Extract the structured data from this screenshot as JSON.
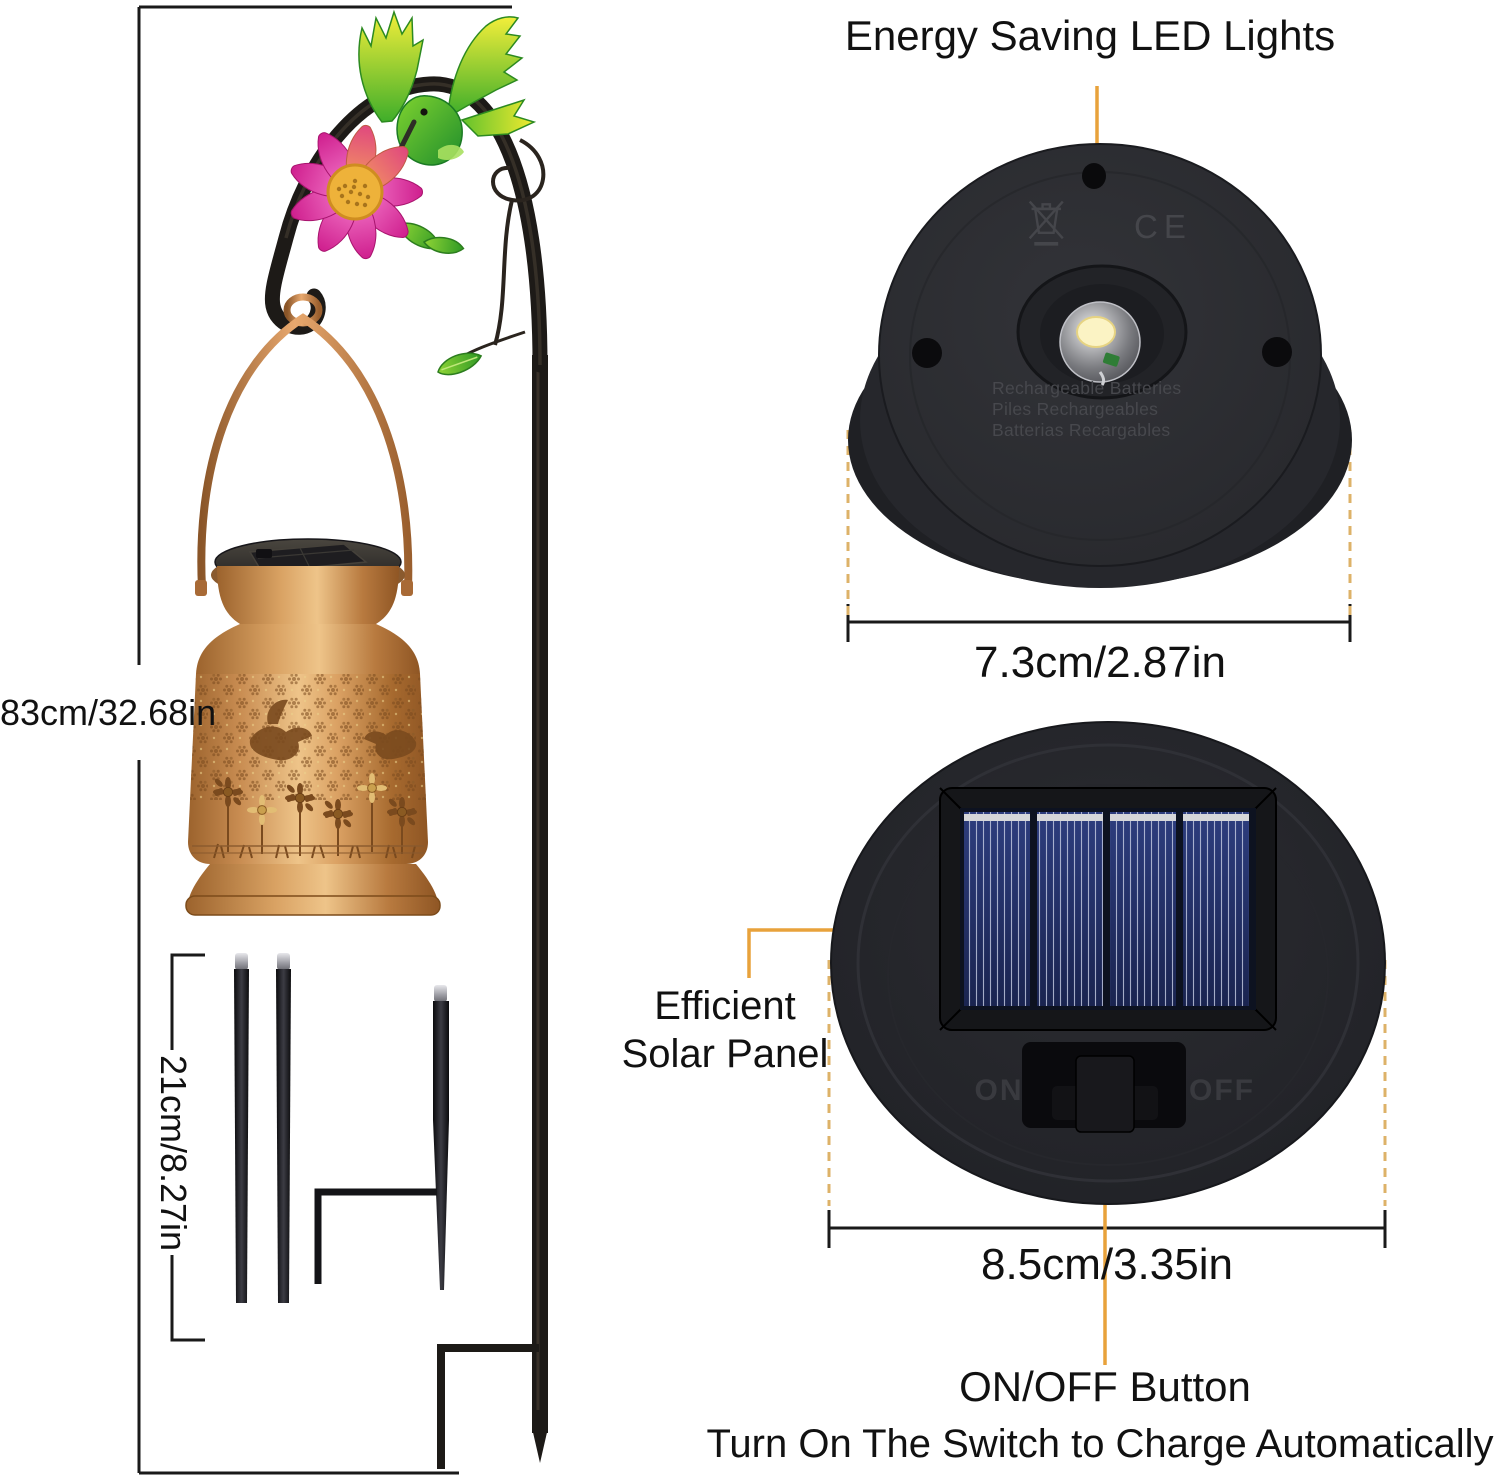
{
  "labels": {
    "led_title": "Energy Saving LED Lights",
    "led_unit_width": "7.3cm/2.87in",
    "overall_height": "83cm/32.68in",
    "pole_section_length": "21cm/8.27in",
    "solar_panel_line1": "Efficient",
    "solar_panel_line2": "Solar Panel",
    "solar_unit_width": "8.5cm/3.35in",
    "switch_button": "ON/OFF Button",
    "switch_note": "Turn On The Switch to Charge Automatically"
  },
  "led_unit": {
    "engraving_lines": [
      "Rechargeable Batteries",
      "Piles Rechargeables",
      "Batterias Recargables"
    ],
    "ce_mark": "CE"
  },
  "solar_unit": {
    "on": "ON",
    "off": "OFF"
  },
  "colors": {
    "leader": "#E8A23B",
    "dashed": "#DDB268",
    "dimension": "#1A1A1A",
    "text": "#111111",
    "copper": "#C98B4E",
    "panel_blue": "#1C2A5E"
  }
}
